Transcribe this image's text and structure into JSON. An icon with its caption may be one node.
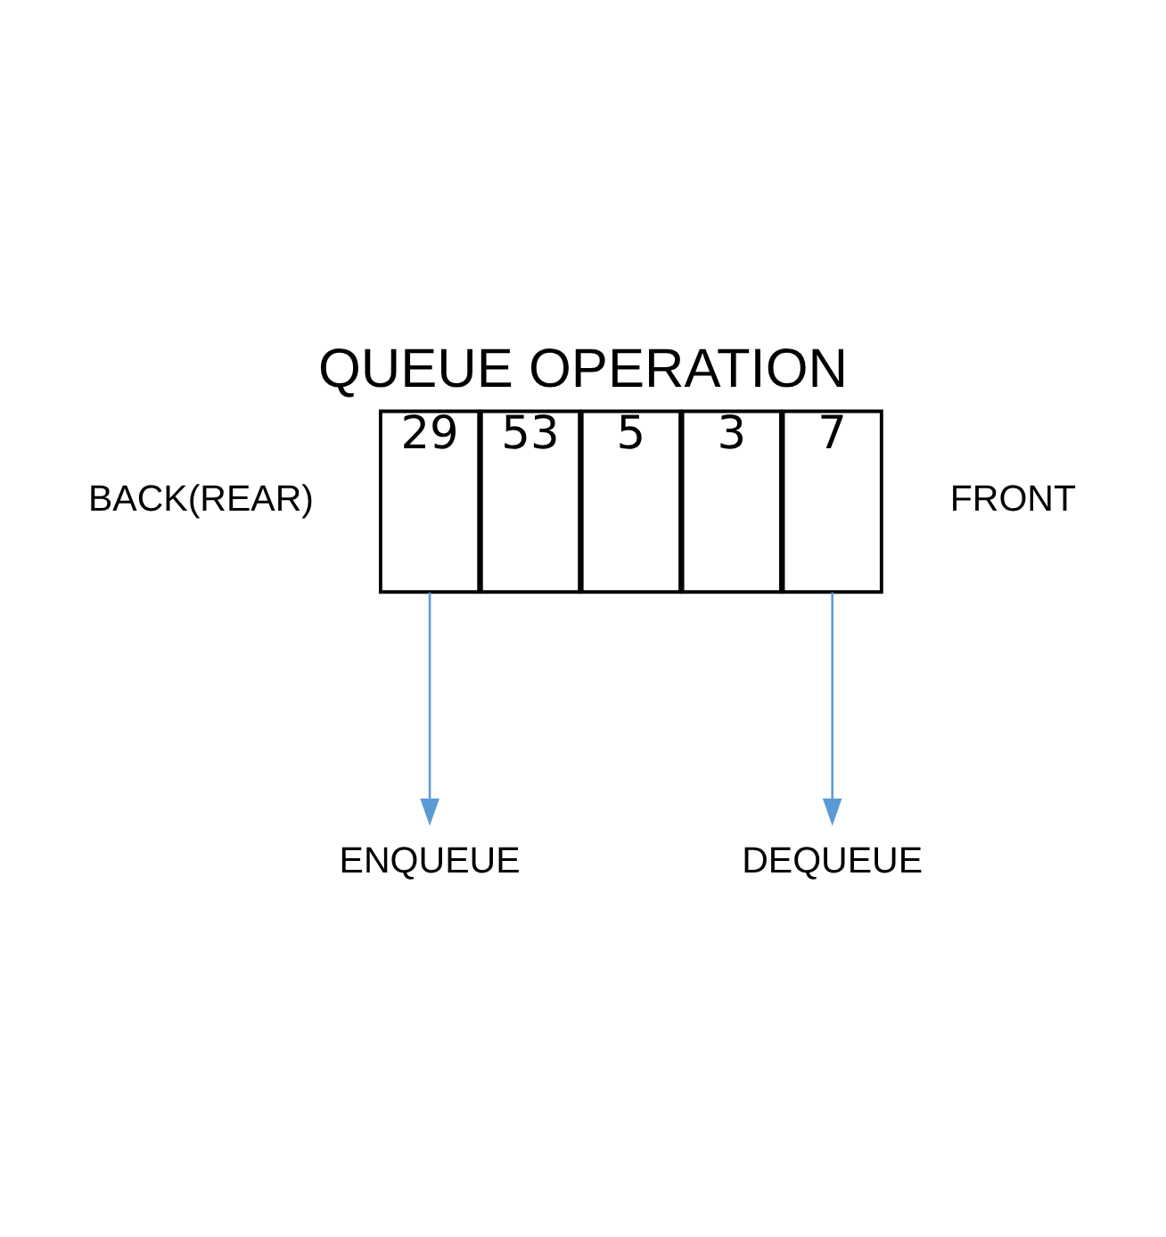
{
  "diagram": {
    "title": "QUEUE OPERATION",
    "nodes": [
      {
        "text": [
          "29"
        ]
      },
      {
        "text": [
          "53"
        ]
      },
      {
        "text": [
          "5"
        ]
      },
      {
        "text": [
          "3"
        ]
      },
      {
        "text": [
          "7"
        ]
      },
      {
        "text": [
          "ENQUEUE"
        ]
      },
      {
        "text": [
          "DEQUEUE"
        ]
      }
    ],
    "edges": [
      {
        "from": 0,
        "to": 5,
        "arrow": "to"
      },
      {
        "from": 4,
        "to": 6,
        "arrow": "to"
      }
    ],
    "labels": [
      "BACK(REAR)",
      "FRONT"
    ]
  }
}
